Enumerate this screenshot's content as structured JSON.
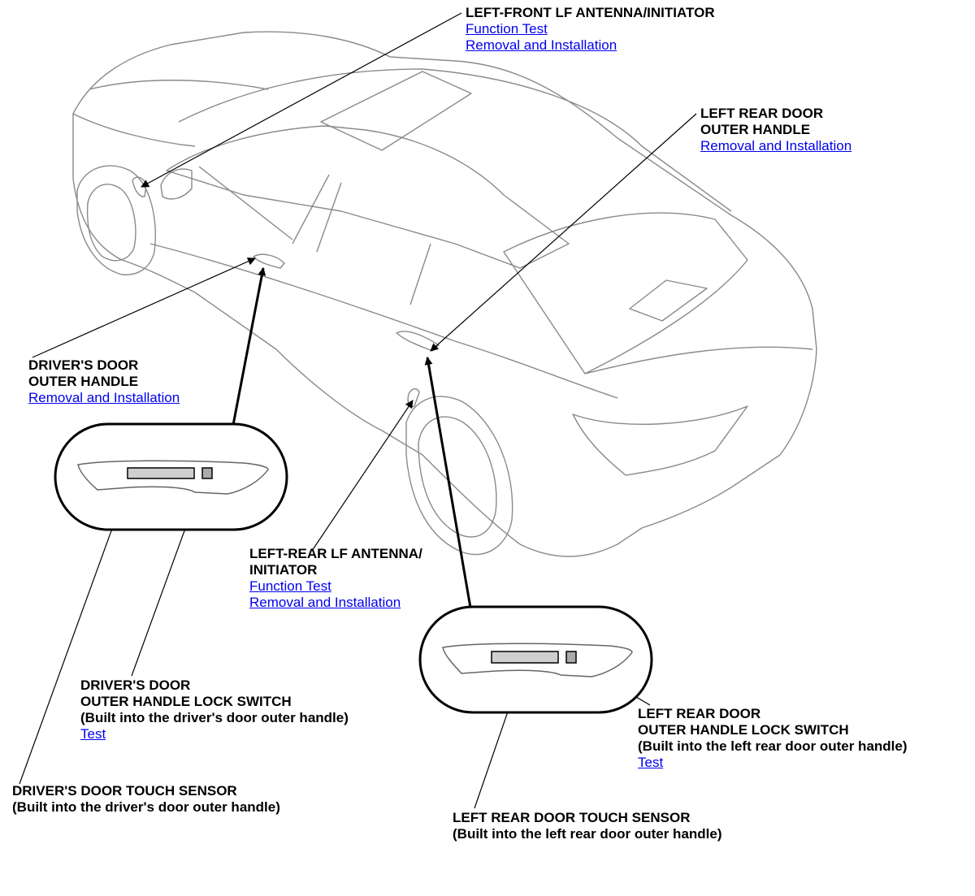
{
  "callouts": {
    "left_front_antenna": {
      "title": "LEFT-FRONT LF ANTENNA/INITIATOR",
      "link1": "Function Test",
      "link2": "Removal and Installation"
    },
    "left_rear_door_handle": {
      "title1": "LEFT REAR DOOR",
      "title2": "OUTER HANDLE",
      "link1": "Removal and Installation"
    },
    "drivers_door_handle": {
      "title1": "DRIVER'S DOOR",
      "title2": "OUTER HANDLE",
      "link1": "Removal and Installation"
    },
    "left_rear_antenna": {
      "title1": "LEFT-REAR LF ANTENNA/",
      "title2": "INITIATOR",
      "link1": "Function Test",
      "link2": "Removal and Installation"
    },
    "drivers_lock_switch": {
      "title1": "DRIVER'S DOOR",
      "title2": "OUTER HANDLE LOCK SWITCH",
      "title3": "(Built into the driver's door outer handle)",
      "link1": "Test"
    },
    "left_rear_lock_switch": {
      "title1": "LEFT REAR DOOR",
      "title2": "OUTER HANDLE LOCK SWITCH",
      "title3": "(Built into the left rear door outer handle)",
      "link1": "Test"
    },
    "drivers_touch_sensor": {
      "title1": "DRIVER'S DOOR TOUCH SENSOR",
      "title2": "(Built into the driver's door outer handle)"
    },
    "left_rear_touch_sensor": {
      "title1": "LEFT REAR DOOR TOUCH SENSOR",
      "title2": "(Built into the left rear door outer handle)"
    }
  },
  "colors": {
    "link": "#0000ee",
    "line": "#000000",
    "car_outline": "#8a8a8a"
  }
}
